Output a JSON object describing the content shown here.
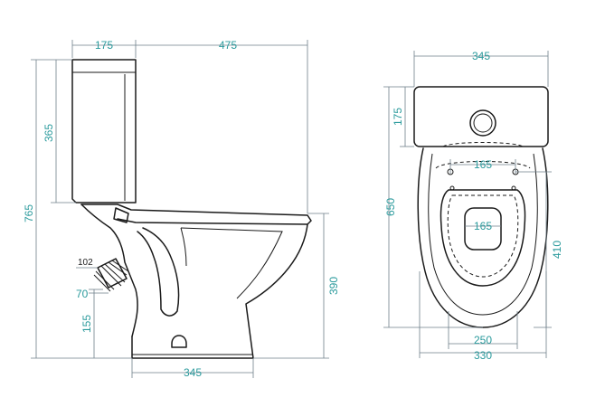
{
  "side_view": {
    "dimensions": {
      "tank_depth": "175",
      "overall_depth": "475",
      "tank_height": "365",
      "overall_height": "765",
      "outlet_diameter": "102",
      "outlet_inner": "70",
      "outlet_height": "155",
      "seat_height": "390",
      "base_length": "345"
    }
  },
  "top_view": {
    "dimensions": {
      "tank_width": "345",
      "tank_depth": "175",
      "bolt_spacing": "165",
      "opening_width": "165",
      "overall_length": "650",
      "bowl_length": "410",
      "base_width": "250",
      "bowl_width": "330"
    }
  },
  "colors": {
    "dimension_text": "#2a9a9c",
    "outline": "#1a1a1a",
    "dimension_line": "#6f7f8a"
  }
}
